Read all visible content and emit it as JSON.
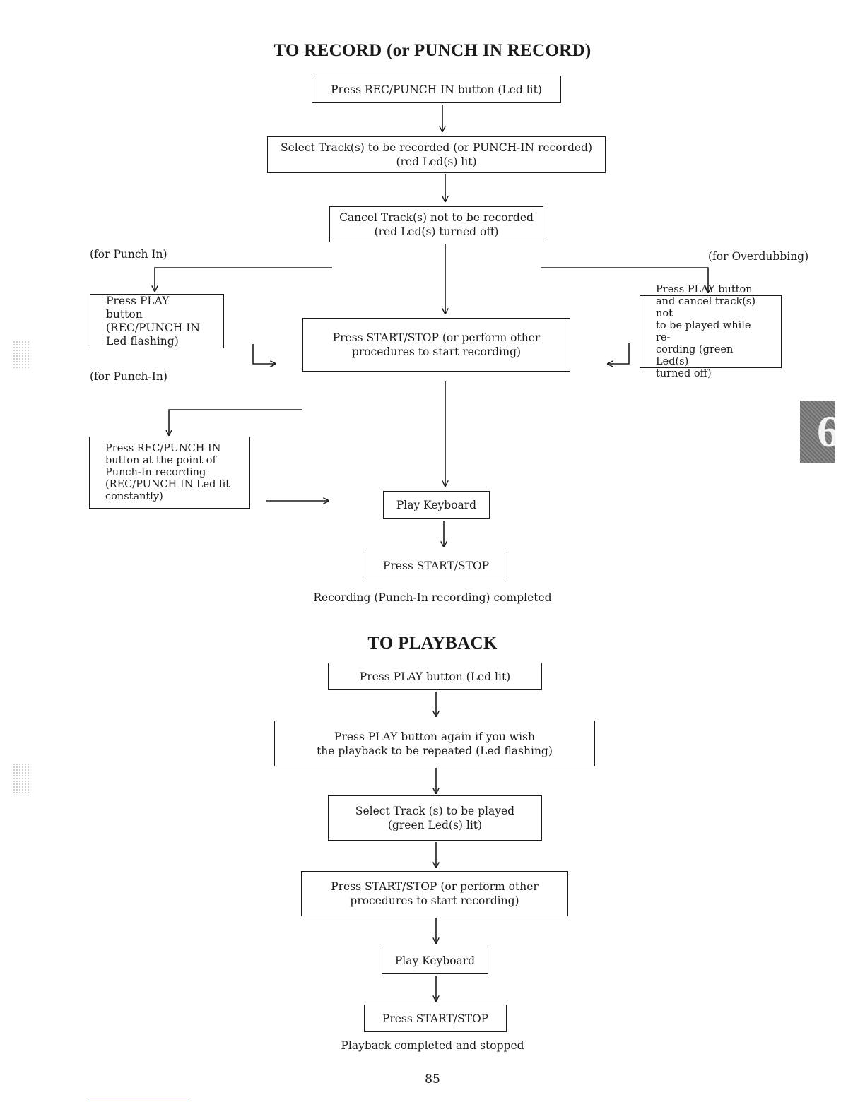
{
  "record": {
    "title": "TO RECORD (or PUNCH IN RECORD)",
    "step_rec_punch": "Press REC/PUNCH IN button (Led lit)",
    "step_select": "Select Track(s) to be recorded (or PUNCH-IN recorded)\n(red Led(s) lit)",
    "step_cancel": "Cancel Track(s) not to be recorded\n(red Led(s) turned off)",
    "label_punch_in": "(for Punch In)",
    "label_overdubbing": "(for Overdubbing)",
    "label_punch_in_2": "(for Punch-In)",
    "step_play_left": "Press PLAY button\n(REC/PUNCH IN\nLed flashing)",
    "step_start": "Press START/STOP (or perform other\nprocedures to start recording)",
    "step_play_right": "Press PLAY button\nand cancel track(s) not\nto be played while re-\ncording (green Led(s)\nturned off)",
    "step_rec_point": "Press REC/PUNCH IN\nbutton at the point of\nPunch-In recording\n(REC/PUNCH IN Led lit\nconstantly)",
    "step_play_keyboard": "Play Keyboard",
    "step_stop": "Press START/STOP",
    "completed": "Recording (Punch-In recording) completed"
  },
  "playback": {
    "title": "TO PLAYBACK",
    "step_play": "Press PLAY button (Led lit)",
    "step_repeat": "Press PLAY button again if you wish\nthe playback to be repeated (Led flashing)",
    "step_select": "Select Track (s) to be played\n(green Led(s) lit)",
    "step_start": "Press START/STOP (or perform other\nprocedures to start recording)",
    "step_play_keyboard": "Play Keyboard",
    "step_stop": "Press START/STOP",
    "completed": "Playback completed and stopped"
  },
  "chapter_tab": "6",
  "page_number": "85"
}
